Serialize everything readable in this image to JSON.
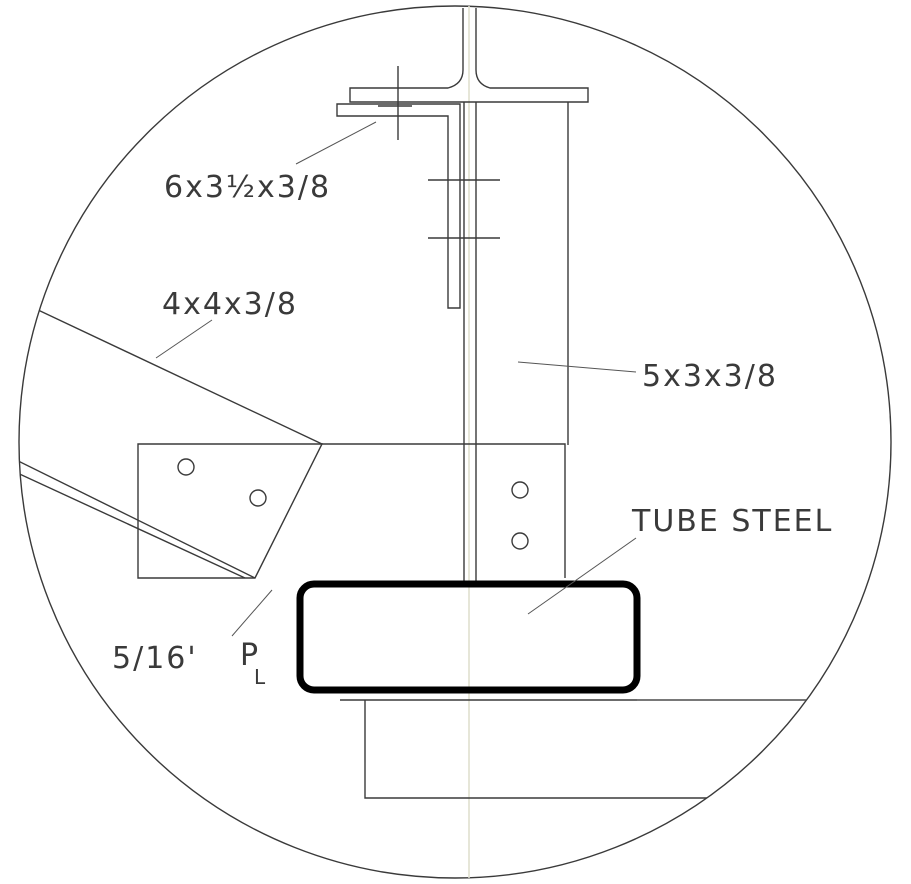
{
  "labels": {
    "clip_angle": "6x3½x3/8",
    "brace_angle": "4x4x3/8",
    "post_angle": "5x3x3/8",
    "tube": "TUBE STEEL",
    "plate_size": "5/16'",
    "plate_p": "P",
    "plate_l": "L"
  },
  "colors": {
    "line": "#3a3a3a",
    "tube_outline": "#000000",
    "background": "#ffffff"
  }
}
